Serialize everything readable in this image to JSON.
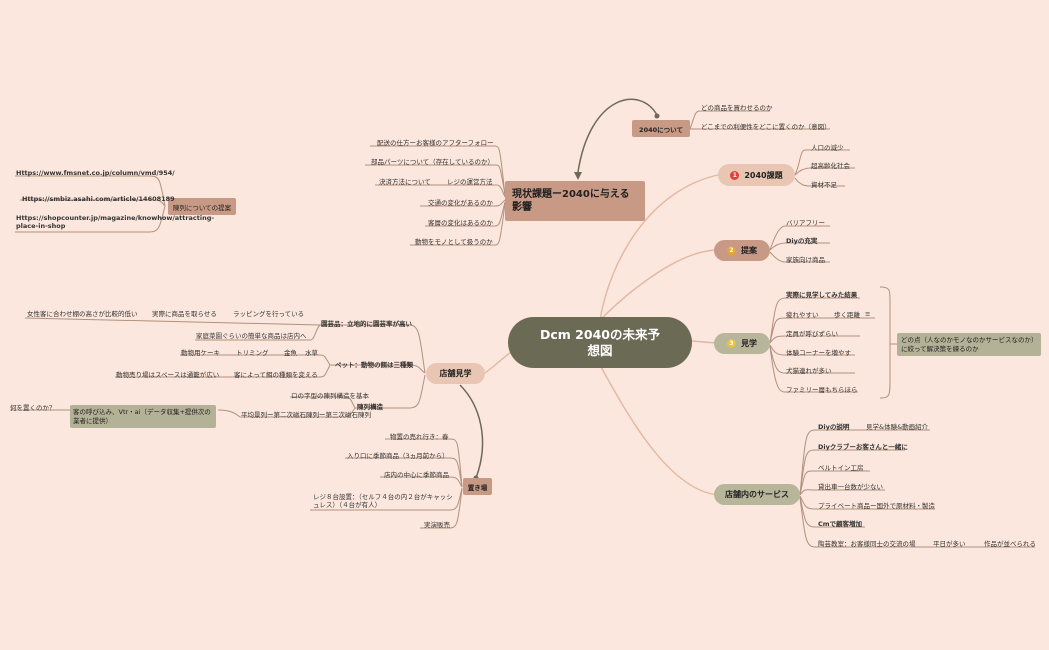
{
  "central": {
    "title": "Dcm 2040の未来予想図"
  },
  "top": {
    "title": "現状課題ー2040に与える影響",
    "items": [
      "配送の仕方ーお客様のアフターフォロー",
      "部品パーツについて（存在しているのか）",
      "決済方法について",
      "レジの運営方法",
      "交通の変化があるのか",
      "客層の変化はあるのか",
      "動物をモノとして扱うのか"
    ]
  },
  "about2040": {
    "label": "2040について",
    "items": [
      "どの商品を買わせるのか",
      "どこまでの利便性をどこに置くのか（意図）"
    ]
  },
  "issues": {
    "badge": "1",
    "badge_color": "#e0413a",
    "label": "2040課題",
    "items": [
      "人口の減少",
      "超高齢化社会",
      "資材不足"
    ]
  },
  "proposal": {
    "badge": "2",
    "badge_color": "#e9a23b",
    "label": "提案",
    "items": [
      "バリアフリー",
      "Diyの充実",
      "家族向け商品"
    ]
  },
  "visit": {
    "badge": "3",
    "badge_color": "#e9c23b",
    "label": "見学",
    "items": [
      "実際に見学してみた結果",
      "疲れやすい",
      "歩く距離",
      "定員が呼びずらい",
      "体験コーナーを増やす",
      "犬猫連れが多い",
      "ファミリー層もちらほら"
    ],
    "summary": "どの点（人なのかモノなのかサービスなのか）に絞って解決策を練るのか"
  },
  "service": {
    "label": "店舗内のサービス",
    "items": [
      "Diyの説明",
      "見学&体験&動画紹介",
      "Diyクラブーお客さんと一緒に",
      "ベルトイン工房",
      "貸出車一台数が少ない",
      "プライベート商品ー国外で原材料・製造",
      "Cmで顧客増加",
      "陶芸教室：お客様同士の交流の場",
      "平日が多い",
      "作品が並べられる"
    ]
  },
  "store": {
    "label": "店舗見学",
    "horticulture": {
      "label": "園芸品：立地的に園芸率が高い",
      "items": [
        "女性客に合わせ棚の高さが比較的低い",
        "実際に商品を取らせる",
        "ラッピングを行っている",
        "家庭菜園ぐらいの簡単な商品は店内へ"
      ]
    },
    "pets": {
      "label": "ペット：動物の餌は三種類",
      "items": [
        "動物用ケーキ",
        "トリミング",
        "金魚",
        "水草",
        "動物売り場はスペースは通籠が広い",
        "客によって餌の種類を変える"
      ]
    },
    "layout": {
      "label": "陳列構造",
      "items": [
        "ロの字型の陳列構造を基本",
        "平均景列ー第二次磁石陳列ー第三次磁石陳列"
      ]
    },
    "attract": "客の呼び込み、Vtr・ai（データ収集+提供次の業者に提供）",
    "attract_q": "何を置くのか？"
  },
  "shelf": {
    "label": "陳列についての提案",
    "links": [
      "Https://www.fmsnet.co.jp/column/vmd/954/",
      "Https://smbiz.asahi.com/article/14608189",
      "Https://shopcounter.jp/magazine/knowhow/attracting-place-in-shop"
    ]
  },
  "placement": {
    "label": "置き場",
    "items": [
      "物置の売れ行き：春",
      "入り口に季節商品（3ヵ月前から）",
      "店内の中心に季節商品",
      "レジ８台設置：（セルフ４台の内２台がキャッシュレス）（４台が有人）",
      "実演販売"
    ]
  },
  "colors": {
    "background": "#fbe7dd",
    "central": "#6b6a55",
    "accent": "#c89a86",
    "soft": "#e8c6b3",
    "olive": "#b8b69a",
    "summary": "#b3b196"
  }
}
